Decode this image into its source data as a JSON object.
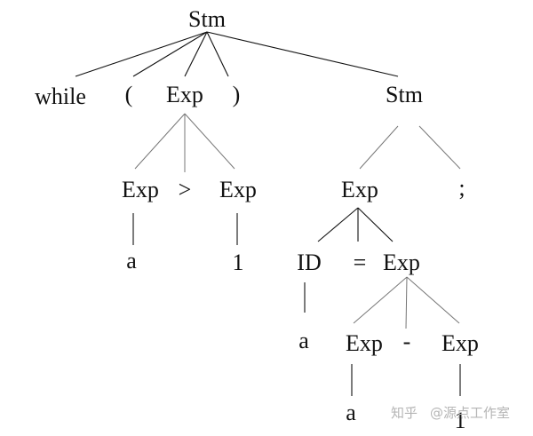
{
  "tree": {
    "root_stm": "Stm",
    "kw_while": "while",
    "lparen": "(",
    "cond_exp": "Exp",
    "rparen": ")",
    "body_stm": "Stm",
    "cond_left_exp": "Exp",
    "cond_op": ">",
    "cond_right_exp": "Exp",
    "cond_left_val": "a",
    "cond_right_val": "1",
    "assign_exp": "Exp",
    "semicolon": ";",
    "assign_id": "ID",
    "assign_eq": "=",
    "assign_rhs_exp": "Exp",
    "assign_id_val": "a",
    "sub_left_exp": "Exp",
    "sub_op": "-",
    "sub_right_exp": "Exp",
    "sub_left_val": "a",
    "sub_right_val": "1"
  },
  "watermark": {
    "brand_char": "知乎",
    "handle": "@源点工作室"
  }
}
